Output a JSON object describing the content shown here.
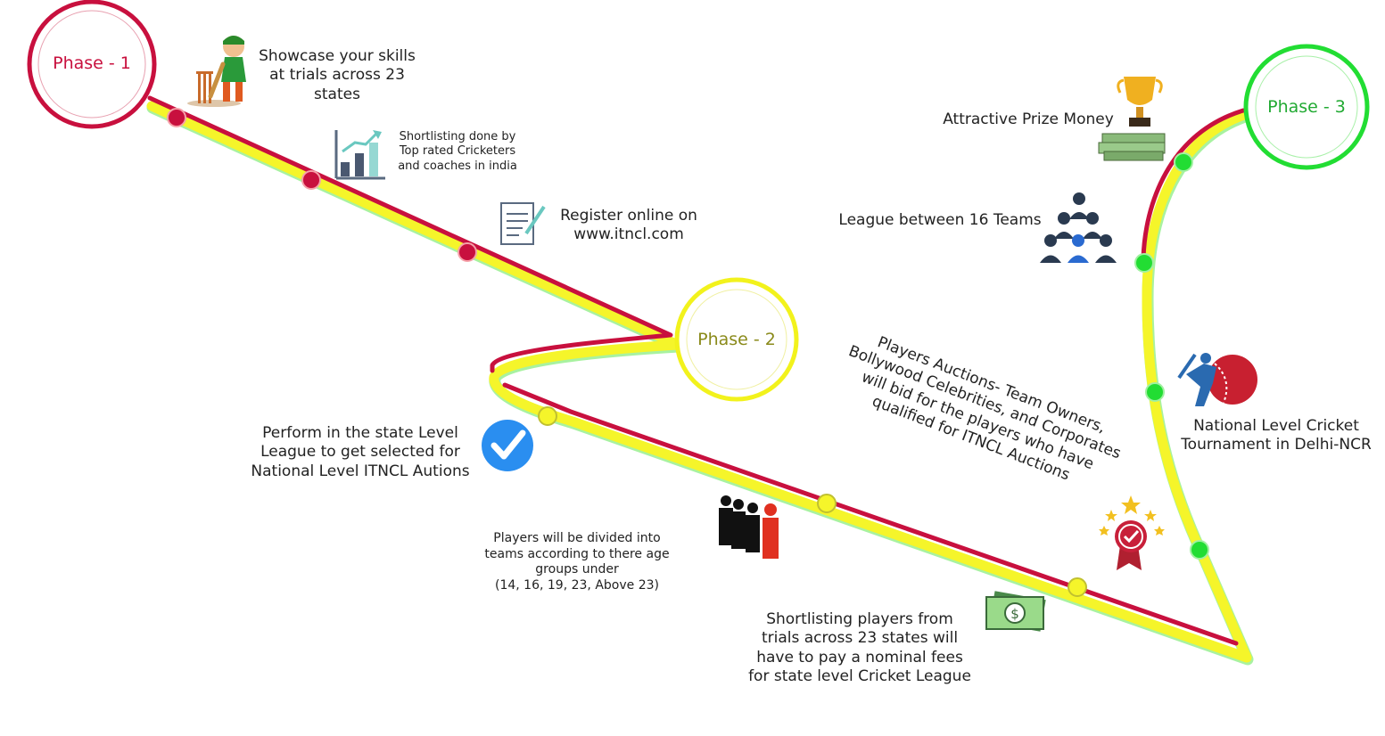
{
  "colors": {
    "phase1": "#c8103e",
    "phase2": "#f2f21c",
    "phase3": "#22dd33",
    "path_red": "#c8103e",
    "path_yellow": "#f5f52a",
    "path_green": "#9af29a"
  },
  "phases": [
    {
      "label": "Phase - 1",
      "color": "#c8103e"
    },
    {
      "label": "Phase - 2",
      "color": "#8a8a1a"
    },
    {
      "label": "Phase - 3",
      "color": "#22aa33"
    }
  ],
  "steps": {
    "trials": [
      "Showcase your skills",
      "at trials across 23",
      "states"
    ],
    "shortlisting_top": [
      "Shortlisting done by",
      "Top rated Cricketers",
      "and coaches in india"
    ],
    "register": [
      "Register online on",
      "www.itncl.com"
    ],
    "perform": [
      "Perform in the state Level",
      "League to get selected for",
      "National Level ITNCL Autions"
    ],
    "divided": [
      "Players will be divided into",
      "teams according to there age",
      "groups under",
      "(14, 16, 19, 23, Above 23)"
    ],
    "fees": [
      "Shortlisting players from",
      "trials across 23 states will",
      "have to pay a nominal fees",
      "for state level Cricket League"
    ],
    "auctions": [
      "Players Auctions- Team Owners,",
      "Bollywood Celebrities, and Corporates",
      "will bid for the players who have",
      "qualified for ITNCL Auctions"
    ],
    "national": [
      "National Level Cricket",
      "Tournament in Delhi-NCR"
    ],
    "league": "League between 16 Teams",
    "prize": "Attractive Prize Money"
  },
  "icons": [
    "cricketer-icon",
    "bar-chart-icon",
    "register-form-icon",
    "verified-check-icon",
    "business-group-icon",
    "money-bill-icon",
    "award-badge-icon",
    "batsman-ball-icon",
    "team-network-icon",
    "trophy-money-icon"
  ]
}
